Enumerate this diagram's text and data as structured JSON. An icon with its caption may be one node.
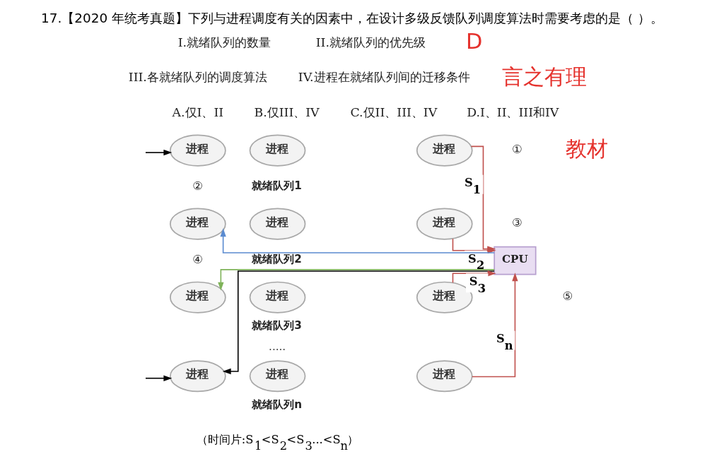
{
  "diagram": {
    "title": "17.【2020 年统考真题】下列与进程调度有关的因素中，在设计多级反馈队列调度算法时需要考虑的是（ ）。",
    "caption": "（时间片:S$_{1}$<S$_{2}$<S$_{3}$...<S$_{n}$）",
    "nodes": [
      {
        "text": [
          "进程"
        ]
      },
      {
        "text": [
          "进程"
        ],
        "beside": [
          "就绪队列1"
        ]
      },
      {
        "text": [
          "进程"
        ]
      },
      {
        "text": [
          "进程"
        ]
      },
      {
        "text": [
          "进程"
        ],
        "beside": [
          "就绪队列2"
        ]
      },
      {
        "text": [
          "进程"
        ]
      },
      {
        "text": [
          "CPU"
        ]
      },
      {
        "text": [
          "进程"
        ]
      },
      {
        "text": [
          "进程"
        ],
        "beside": [
          "就绪队列3"
        ]
      },
      {
        "text": [
          "进程"
        ]
      },
      {
        "text": [
          "进程"
        ]
      },
      {
        "text": [
          "进程"
        ],
        "beside": [
          "就绪队列n"
        ]
      },
      {
        "text": [
          "进程"
        ]
      }
    ],
    "edges": [
      {
        "from": null,
        "to": 0,
        "arrow": "to",
        "color": "#000000"
      },
      {
        "from": 2,
        "to": 6,
        "arrow": "to",
        "label": "S$_{1}$",
        "color": "#c0504d"
      },
      {
        "from": 5,
        "to": 6,
        "arrow": "to",
        "label": "S$_{2}$",
        "color": "#c0504d"
      },
      {
        "from": 9,
        "to": 6,
        "arrow": "to",
        "label": "S$_{3}$",
        "color": "#c0504d"
      },
      {
        "from": 12,
        "to": 6,
        "arrow": "to",
        "label": "S$_{n}$",
        "color": "#c0504d"
      },
      {
        "from": 6,
        "to": 3,
        "arrow": "to",
        "color": "#5b8bd0"
      },
      {
        "from": 6,
        "to": 7,
        "arrow": "to",
        "color": "#7fb35a"
      },
      {
        "from": 6,
        "to": 10,
        "arrow": "to",
        "color": "#000000"
      },
      {
        "from": null,
        "to": 10,
        "arrow": "to",
        "color": "#000000"
      }
    ],
    "labels": [
      "I.就绪队列的数量",
      "II.就绪队列的优先级",
      "D",
      "III.各就绪队列的调度算法",
      "IV.进程在就绪队列间的迁移条件",
      "言之有理",
      "A.仅I、II",
      "B.仅III、IV",
      "C.仅II、III、IV",
      "D.I、II、III和IV",
      "教材",
      "①",
      "②",
      "③",
      "④",
      "⑤",
      "....."
    ]
  }
}
